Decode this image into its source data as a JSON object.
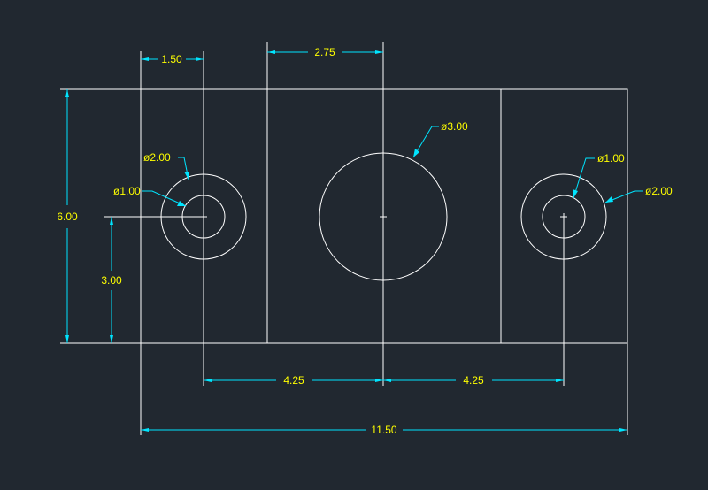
{
  "colors": {
    "background": "#212830",
    "geometry": "#ffffff",
    "dimension_lines": "#00e5ff",
    "dimension_text": "#ffff00"
  },
  "dimensions": {
    "hole_offset": "1.50",
    "panel_offset": "2.75",
    "height": "6.00",
    "half_height": "3.00",
    "spacing_left": "4.25",
    "spacing_right": "4.25",
    "overall_width": "11.50"
  },
  "callouts": {
    "left_outer_dia": "ø2.00",
    "left_inner_dia": "ø1.00",
    "center_dia": "ø3.00",
    "right_inner_dia": "ø1.00",
    "right_outer_dia": "ø2.00"
  }
}
